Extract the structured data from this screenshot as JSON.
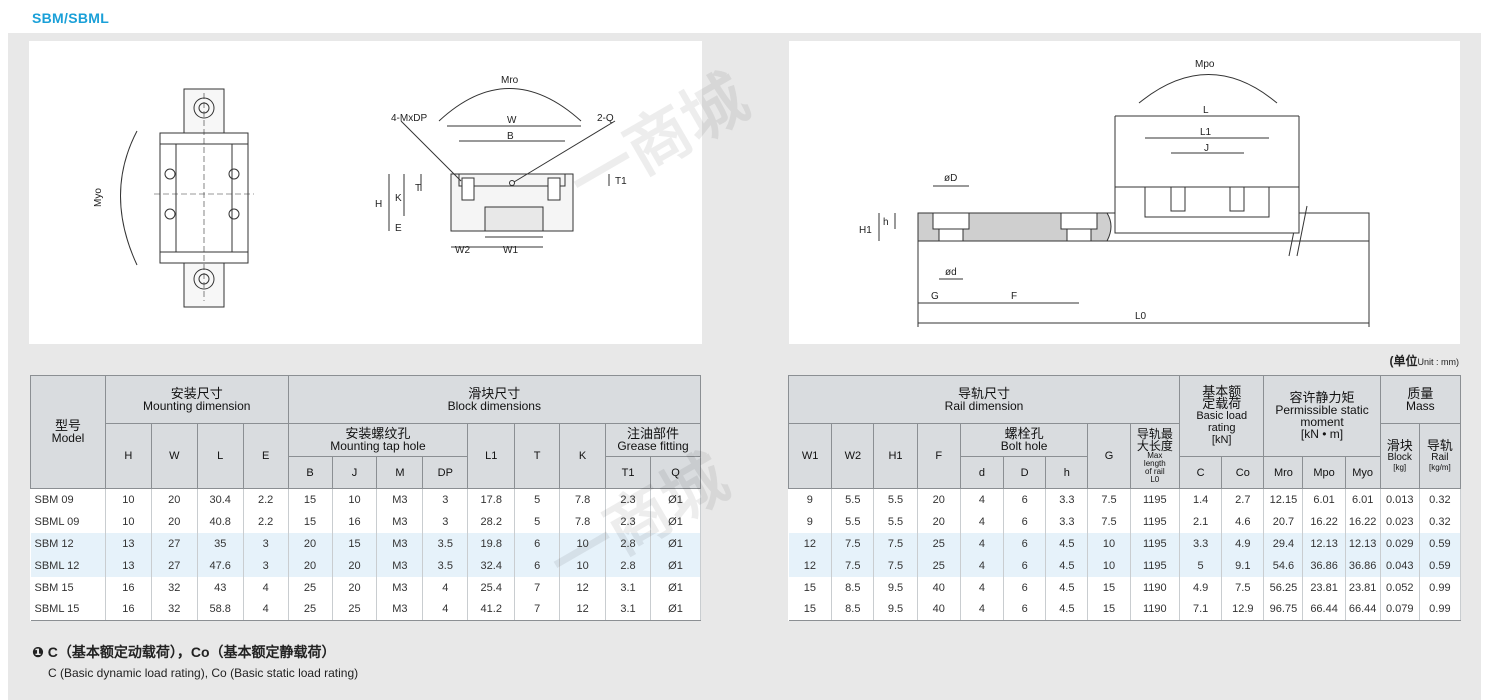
{
  "title": "SBM/SBML",
  "watermark_text": "一商城",
  "unit": {
    "label": "(单位",
    "unit": "Unit : mm)"
  },
  "drawing_left": {
    "labels": {
      "myo": "Myo",
      "mro": "Mro",
      "mxdp": "4-MxDP",
      "q": "2-Q",
      "w": "W",
      "b": "B",
      "t": "T",
      "t1": "T1",
      "h": "H",
      "k": "K",
      "e": "E",
      "w2": "W2",
      "w1": "W1"
    }
  },
  "drawing_right": {
    "labels": {
      "mpo": "Mpo",
      "l": "L",
      "l1": "L1",
      "j": "J",
      "od_D": "øD",
      "od_d": "ød",
      "h1": "H1",
      "h": "h",
      "g": "G",
      "f": "F",
      "l0": "L0"
    }
  },
  "table_left": {
    "headers": {
      "model_zh": "型号",
      "model_en": "Model",
      "mount_zh": "安装尺寸",
      "mount_en": "Mounting dimension",
      "block_zh": "滑块尺寸",
      "block_en": "Block dimensions",
      "tap_zh": "安装螺纹孔",
      "tap_en": "Mounting tap hole",
      "grease_zh": "注油部件",
      "grease_en": "Grease fitting",
      "H": "H",
      "W": "W",
      "L": "L",
      "E": "E",
      "B": "B",
      "J": "J",
      "M": "M",
      "DP": "DP",
      "L1": "L1",
      "T": "T",
      "K": "K",
      "T1": "T1",
      "Q": "Q"
    },
    "rows": [
      {
        "model": "SBM 09",
        "H": "10",
        "W": "20",
        "L": "30.4",
        "E": "2.2",
        "B": "15",
        "J": "10",
        "M": "M3",
        "DP": "3",
        "L1": "17.8",
        "T": "5",
        "K": "7.8",
        "T1": "2.3",
        "Q": "Ø1"
      },
      {
        "model": "SBML 09",
        "H": "10",
        "W": "20",
        "L": "40.8",
        "E": "2.2",
        "B": "15",
        "J": "16",
        "M": "M3",
        "DP": "3",
        "L1": "28.2",
        "T": "5",
        "K": "7.8",
        "T1": "2.3",
        "Q": "Ø1"
      },
      {
        "model": "SBM 12",
        "H": "13",
        "W": "27",
        "L": "35",
        "E": "3",
        "B": "20",
        "J": "15",
        "M": "M3",
        "DP": "3.5",
        "L1": "19.8",
        "T": "6",
        "K": "10",
        "T1": "2.8",
        "Q": "Ø1"
      },
      {
        "model": "SBML 12",
        "H": "13",
        "W": "27",
        "L": "47.6",
        "E": "3",
        "B": "20",
        "J": "20",
        "M": "M3",
        "DP": "3.5",
        "L1": "32.4",
        "T": "6",
        "K": "10",
        "T1": "2.8",
        "Q": "Ø1"
      },
      {
        "model": "SBM 15",
        "H": "16",
        "W": "32",
        "L": "43",
        "E": "4",
        "B": "25",
        "J": "20",
        "M": "M3",
        "DP": "4",
        "L1": "25.4",
        "T": "7",
        "K": "12",
        "T1": "3.1",
        "Q": "Ø1"
      },
      {
        "model": "SBML 15",
        "H": "16",
        "W": "32",
        "L": "58.8",
        "E": "4",
        "B": "25",
        "J": "25",
        "M": "M3",
        "DP": "4",
        "L1": "41.2",
        "T": "7",
        "K": "12",
        "T1": "3.1",
        "Q": "Ø1"
      }
    ]
  },
  "table_right": {
    "headers": {
      "rail_zh": "导轨尺寸",
      "rail_en": "Rail dimension",
      "bolt_zh": "螺栓孔",
      "bolt_en": "Bolt hole",
      "maxlen_zh1": "导轨最",
      "maxlen_zh2": "大长度",
      "maxlen_en1": "Max",
      "maxlen_en2": "length",
      "maxlen_en3": "of rail",
      "maxlen_en4": "L0",
      "load_zh1": "基本额",
      "load_zh2": "定载荷",
      "load_en1": "Basic load",
      "load_en2": "rating",
      "load_unit": "[kN]",
      "moment_zh": "容许静力矩",
      "moment_en1": "Permissible static",
      "moment_en2": "moment",
      "moment_unit": "[kN • m]",
      "mass_zh": "质量",
      "mass_en": "Mass",
      "block_zh": "滑块",
      "block_en": "Block",
      "block_unit": "[kg]",
      "railm_zh": "导轨",
      "railm_en": "Rail",
      "railm_unit": "[kg/m]",
      "W1": "W1",
      "W2": "W2",
      "H1": "H1",
      "F": "F",
      "d": "d",
      "D": "D",
      "h": "h",
      "G": "G",
      "C": "C",
      "Co": "Co",
      "Mro": "Mro",
      "Mpo": "Mpo",
      "Myo": "Myo"
    },
    "rows": [
      {
        "W1": "9",
        "W2": "5.5",
        "H1": "5.5",
        "F": "20",
        "d": "4",
        "D": "6",
        "h": "3.3",
        "G": "7.5",
        "L0": "1195",
        "C": "1.4",
        "Co": "2.7",
        "Mro": "12.15",
        "Mpo": "6.01",
        "Myo": "6.01",
        "block": "0.013",
        "rail": "0.32"
      },
      {
        "W1": "9",
        "W2": "5.5",
        "H1": "5.5",
        "F": "20",
        "d": "4",
        "D": "6",
        "h": "3.3",
        "G": "7.5",
        "L0": "1195",
        "C": "2.1",
        "Co": "4.6",
        "Mro": "20.7",
        "Mpo": "16.22",
        "Myo": "16.22",
        "block": "0.023",
        "rail": "0.32"
      },
      {
        "W1": "12",
        "W2": "7.5",
        "H1": "7.5",
        "F": "25",
        "d": "4",
        "D": "6",
        "h": "4.5",
        "G": "10",
        "L0": "1195",
        "C": "3.3",
        "Co": "4.9",
        "Mro": "29.4",
        "Mpo": "12.13",
        "Myo": "12.13",
        "block": "0.029",
        "rail": "0.59"
      },
      {
        "W1": "12",
        "W2": "7.5",
        "H1": "7.5",
        "F": "25",
        "d": "4",
        "D": "6",
        "h": "4.5",
        "G": "10",
        "L0": "1195",
        "C": "5",
        "Co": "9.1",
        "Mro": "54.6",
        "Mpo": "36.86",
        "Myo": "36.86",
        "block": "0.043",
        "rail": "0.59"
      },
      {
        "W1": "15",
        "W2": "8.5",
        "H1": "9.5",
        "F": "40",
        "d": "4",
        "D": "6",
        "h": "4.5",
        "G": "15",
        "L0": "1190",
        "C": "4.9",
        "Co": "7.5",
        "Mro": "56.25",
        "Mpo": "23.81",
        "Myo": "23.81",
        "block": "0.052",
        "rail": "0.99"
      },
      {
        "W1": "15",
        "W2": "8.5",
        "H1": "9.5",
        "F": "40",
        "d": "4",
        "D": "6",
        "h": "4.5",
        "G": "15",
        "L0": "1190",
        "C": "7.1",
        "Co": "12.9",
        "Mro": "96.75",
        "Mpo": "66.44",
        "Myo": "66.44",
        "block": "0.079",
        "rail": "0.99"
      }
    ]
  },
  "note": {
    "bullet": "❶",
    "line1": "C（基本额定动载荷），Co（基本额定静载荷）",
    "line2": "C (Basic dynamic load rating), Co (Basic static load rating)"
  }
}
